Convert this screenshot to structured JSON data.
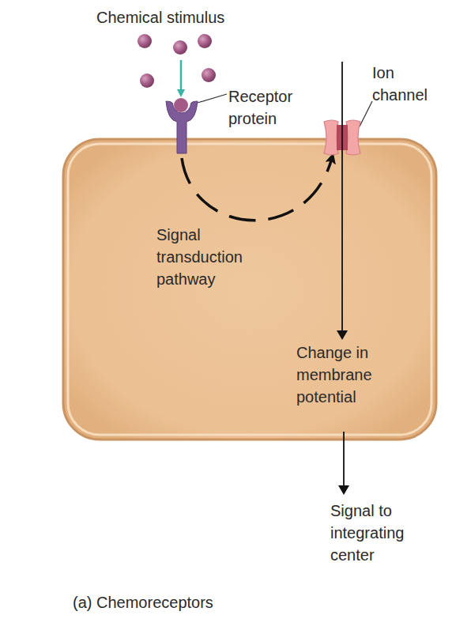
{
  "diagram": {
    "caption": "(a) Chemoreceptors",
    "nodes": [
      {
        "text": [
          "Receptor protein"
        ]
      },
      {
        "text": [
          "Ion channel"
        ]
      }
    ],
    "edges": [
      {
        "from": 0,
        "to": 1,
        "arrow": "to"
      }
    ],
    "labels": [
      "Chemical stimulus",
      "Signal transduction pathway",
      "Change in membrane potential",
      "Signal to integrating center"
    ]
  }
}
